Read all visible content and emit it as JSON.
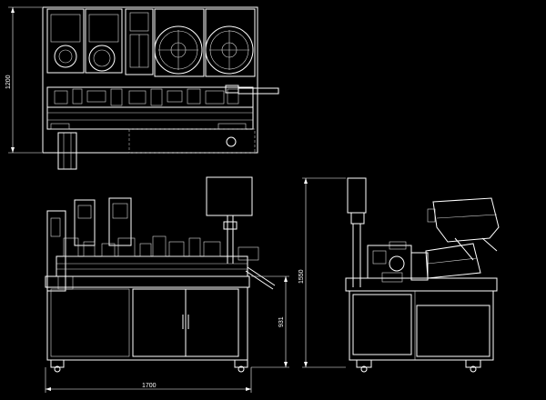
{
  "drawing": {
    "background": "#000000",
    "line_color": "#ffffff",
    "dimensions": {
      "top_view_depth": "1200",
      "front_view_width": "1700",
      "front_view_table_height": "931",
      "side_view_height": "1550"
    }
  }
}
